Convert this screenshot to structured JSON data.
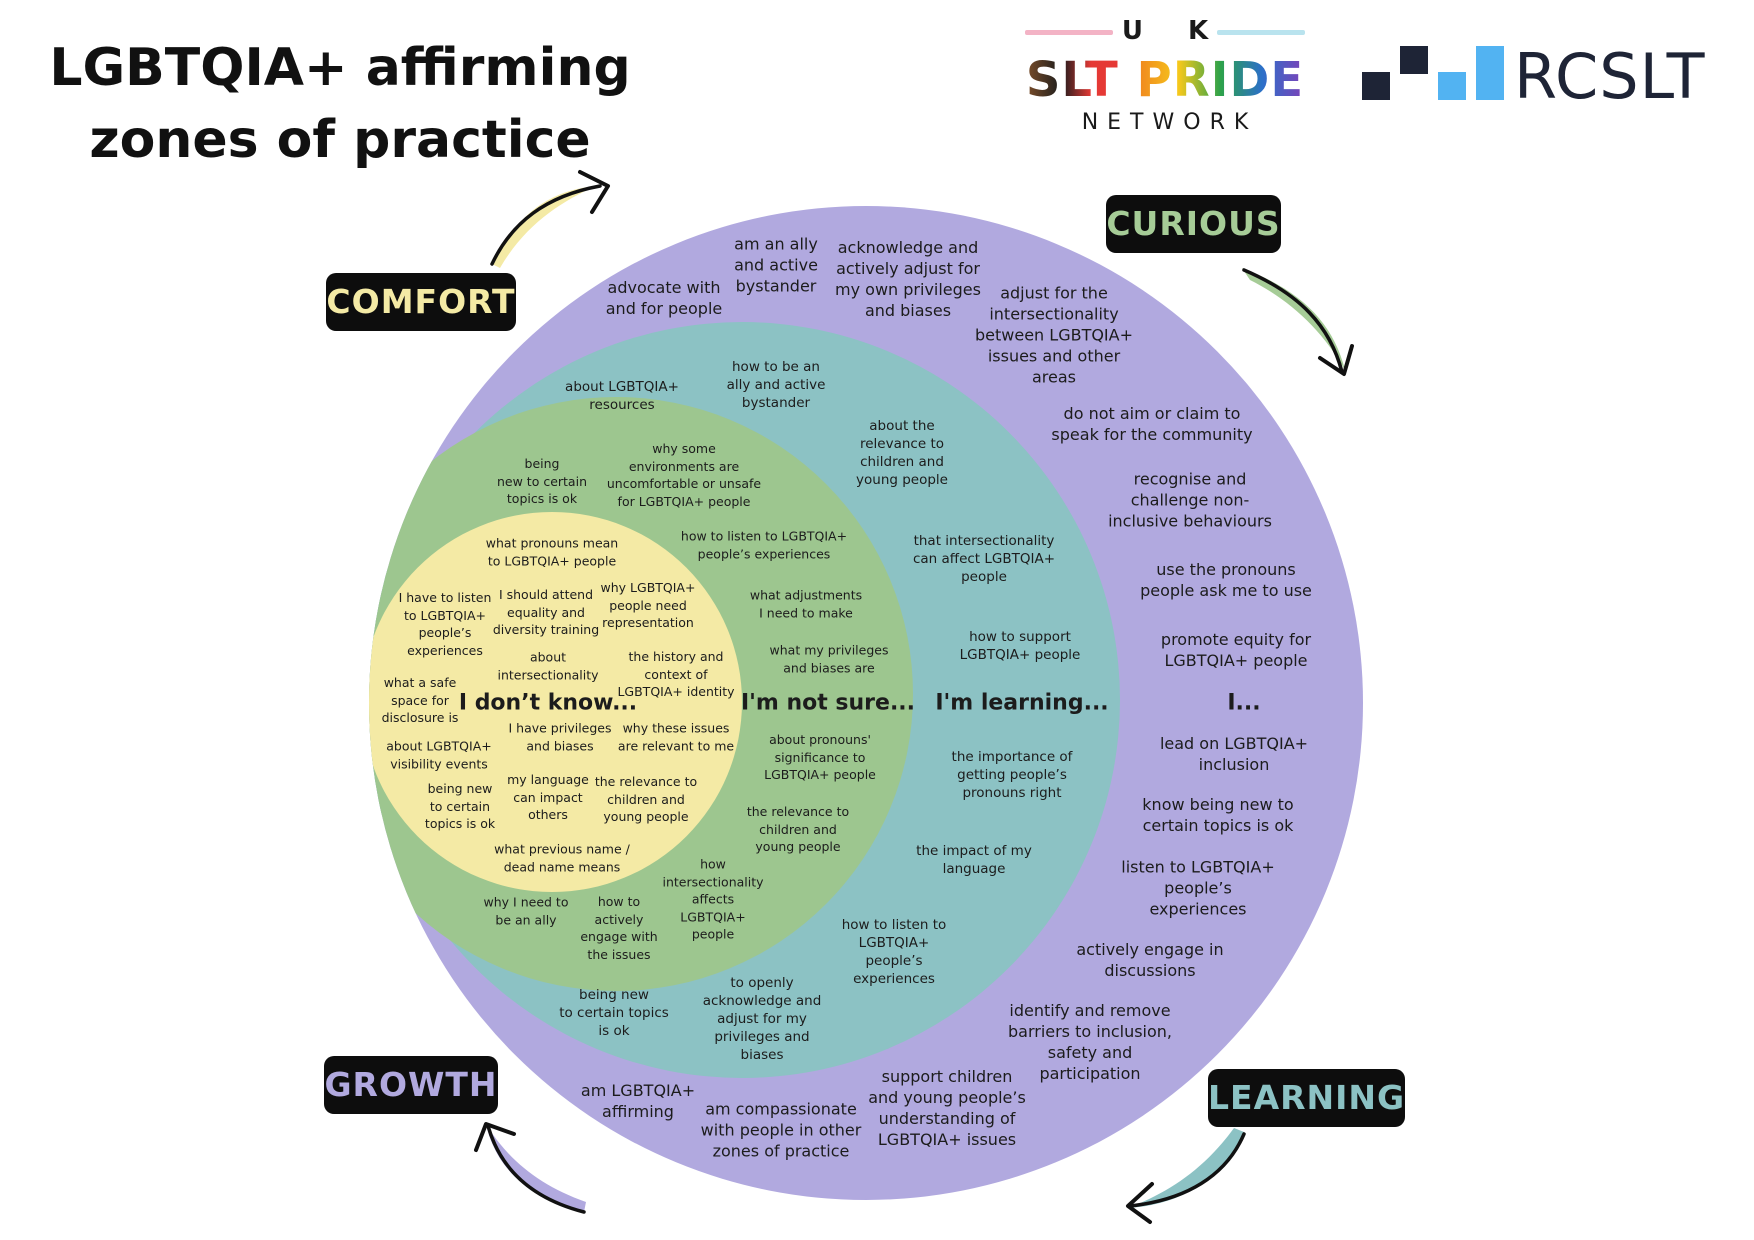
{
  "title": {
    "line1": "LGBTQIA+ affirming",
    "line2": "zones of practice"
  },
  "logos": {
    "uk_slt_pride": {
      "top": "U K",
      "slt": "SLT",
      "pride": "PRIDE",
      "bottom": "NETWORK"
    },
    "rcslt": "RCSLT"
  },
  "colors": {
    "outer": "#b1a9df",
    "teal": "#8cc2c4",
    "green": "#9dc68f",
    "yellow": "#f4eaa5",
    "comfort": "#f4eaa5",
    "curious": "#a6cc97",
    "learning": "#8cc2c4",
    "growth": "#b1a9df",
    "label_bg": "#0d0d0d"
  },
  "zone_labels": {
    "comfort": "COMFORT",
    "curious": "CURIOUS",
    "learning": "LEARNING",
    "growth": "GROWTH"
  },
  "headings": {
    "dont_know": "I don’t know...",
    "not_sure": "I'm not sure...",
    "learning": "I'm learning...",
    "i": "I..."
  },
  "growth_zone": [
    "am an ally\nand active\nbystander",
    "acknowledge and\nactively adjust for\nmy own privileges\nand  biases",
    "adjust for the\nintersectionality\nbetween LGBTQIA+\nissues and other\nareas",
    "advocate with\nand for people",
    "do not aim or claim to\nspeak for the community",
    "recognise and\nchallenge non-\ninclusive behaviours",
    "use the pronouns\npeople ask me to use",
    "promote equity for\nLGBTQIA+ people",
    "lead on LGBTQIA+\ninclusion",
    "know being new to\ncertain topics is ok",
    "listen to LGBTQIA+\npeople’s\nexperiences",
    "actively engage in\ndiscussions",
    "identify and remove\nbarriers to inclusion,\nsafety and\nparticipation",
    "support children\nand young people’s\nunderstanding of\nLGBTQIA+ issues",
    "am compassionate\nwith people in other\nzones of practice",
    "am LGBTQIA+\naffirming"
  ],
  "learning_zone": [
    "about LGBTQIA+\nresources",
    "how to be an\nally and active\nbystander",
    "about the\nrelevance to\nchildren and\nyoung people",
    "that intersectionality\ncan affect LGBTQIA+\npeople",
    "how to support\nLGBTQIA+ people",
    "the importance of\ngetting people’s\npronouns right",
    "the impact of my\nlanguage",
    "how to listen to\nLGBTQIA+\npeople’s\nexperiences",
    "to openly\nacknowledge and\nadjust for my\nprivileges and\nbiases",
    "being new\nto certain topics\nis ok"
  ],
  "curious_zone": [
    "being\nnew to certain\ntopics is ok",
    "why some\nenvironments are\nuncomfortable or unsafe\nfor LGBTQIA+ people",
    "how to listen to LGBTQIA+\npeople’s experiences",
    "what adjustments\nI need to make",
    "what my privileges\nand biases are",
    "about pronouns'\nsignificance to\nLGBTQIA+ people",
    "the relevance to\nchildren and\nyoung people",
    "how\nintersectionality\naffects\nLGBTQIA+\npeople",
    "how to\nactively\nengage with\nthe issues",
    "why I need to\nbe an ally"
  ],
  "comfort_zone": [
    "what pronouns mean\nto LGBTQIA+ people",
    "I have to listen\nto LGBTQIA+\npeople’s\nexperiences",
    "I should attend\nequality and\ndiversity training",
    "why LGBTQIA+\npeople need\nrepresentation",
    "about\nintersectionality",
    "the history and\ncontext of\nLGBTQIA+ identity",
    "what a safe\nspace for\ndisclosure is",
    "I have privileges\nand biases",
    "why these issues\nare relevant to me",
    "about LGBTQIA+\nvisibility events",
    "being new\nto certain\ntopics is ok",
    "my language\ncan impact\nothers",
    "the relevance to\nchildren and\nyoung people",
    "what previous name /\ndead name means"
  ]
}
